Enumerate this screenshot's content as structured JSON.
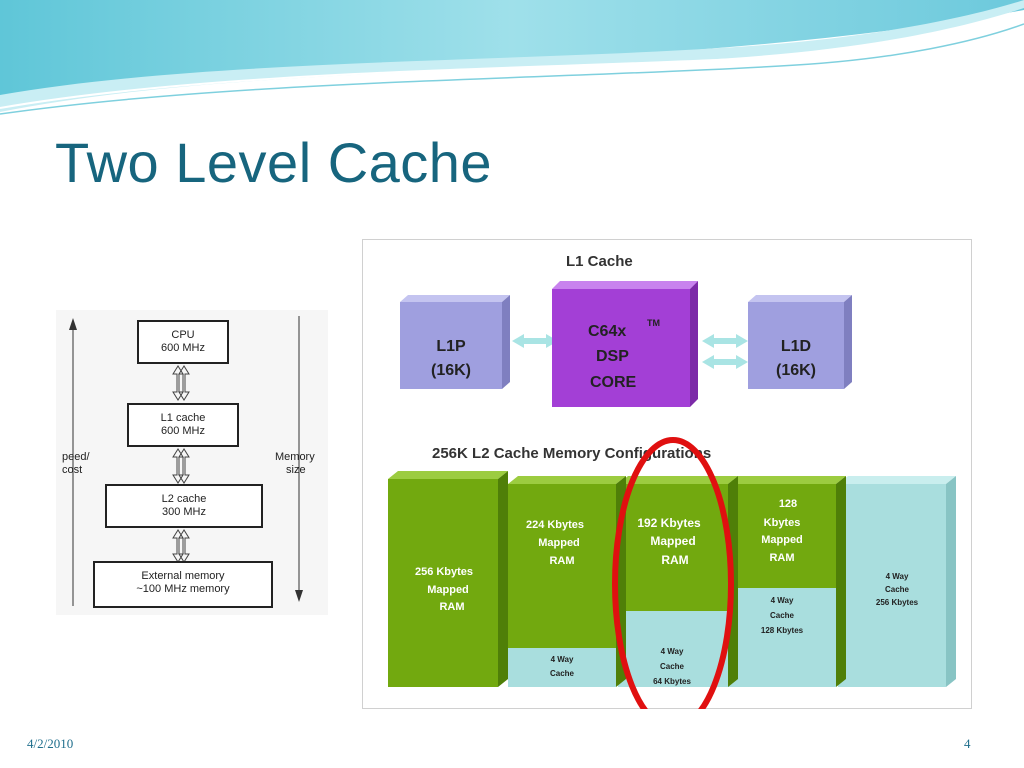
{
  "slide": {
    "title": "Two Level Cache",
    "date": "4/2/2010",
    "page_number": "4"
  },
  "hierarchy": {
    "left_axis_label": [
      "peed/",
      "cost"
    ],
    "right_axis_label": [
      "Memory",
      "size"
    ],
    "levels": [
      {
        "lines": [
          "CPU",
          "600 MHz"
        ]
      },
      {
        "lines": [
          "L1 cache",
          "600 MHz"
        ]
      },
      {
        "lines": [
          "L2 cache",
          "300 MHz"
        ]
      },
      {
        "lines": [
          "External memory",
          "~100 MHz memory"
        ]
      }
    ]
  },
  "l1": {
    "heading": "L1 Cache",
    "l1p": {
      "name": "L1P",
      "size": "(16K)"
    },
    "core": {
      "line1": "C64x",
      "trademark": "TM",
      "line2": "DSP",
      "line3": "CORE"
    },
    "l1d": {
      "name": "L1D",
      "size": "(16K)"
    }
  },
  "l2": {
    "heading": "256K L2 Cache Memory Configurations",
    "configs": [
      {
        "ram": [
          "256 Kbytes",
          "Mapped",
          "RAM"
        ],
        "cache": []
      },
      {
        "ram": [
          "224 Kbytes",
          "Mapped",
          "RAM"
        ],
        "cache": [
          "4 Way",
          "Cache"
        ]
      },
      {
        "ram": [
          "192 Kbytes",
          "Mapped",
          "RAM"
        ],
        "cache": [
          "4 Way",
          "Cache",
          "64 Kbytes"
        ]
      },
      {
        "ram": [
          "128",
          "Kbytes",
          "Mapped",
          "RAM"
        ],
        "cache": [
          "4 Way",
          "Cache",
          "128 Kbytes"
        ]
      },
      {
        "ram": [],
        "cache": [
          "4 Way",
          "Cache",
          "256 Kbytes"
        ]
      }
    ]
  },
  "colors": {
    "title": "#17657e",
    "l1_box": "#9f9fdf",
    "core": "#a33fd6",
    "ram": "#72a90f",
    "cache": "#a9dede",
    "highlight": "#e01010"
  }
}
